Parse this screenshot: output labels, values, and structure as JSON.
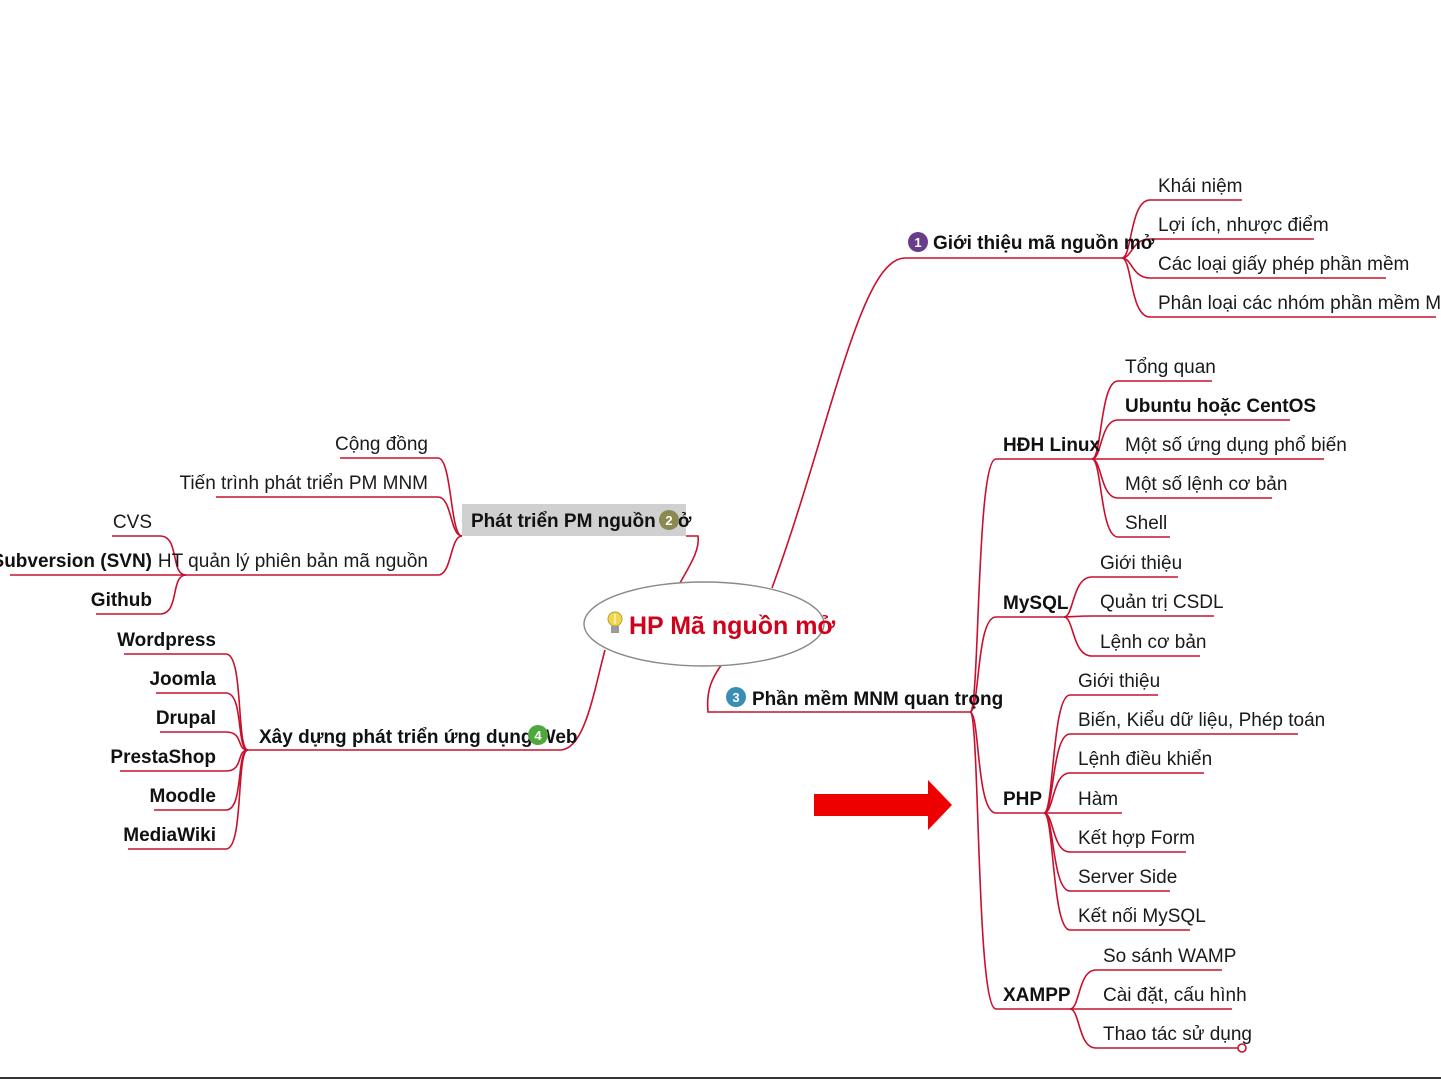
{
  "colors": {
    "line": "#c8102e",
    "center_text": "#d0021b",
    "arrow": "#ee0000",
    "topic2_highlight": "#d0d0d0"
  },
  "center": {
    "label": "HP Mã nguồn mở",
    "icon": "lightbulb-icon"
  },
  "topics": {
    "t1": {
      "label": "Giới thiệu mã nguồn mở",
      "number": "1",
      "badge_color": "#6a3c8c",
      "children": [
        "Khái niệm",
        "Lợi ích, nhược điểm",
        "Các loại giấy phép phần mềm",
        "Phân loại các nhóm phần mềm MNM"
      ]
    },
    "t2": {
      "label": "Phát triển PM nguồn mở",
      "number": "2",
      "badge_color": "#8a8a50",
      "children": [
        "Cộng đồng",
        "Tiến trình phát triển PM MNM",
        "HT quản lý phiên bản mã nguồn"
      ],
      "vcs": [
        "CVS",
        "Subversion (SVN)",
        "Github"
      ]
    },
    "t3": {
      "label": "Phần mềm MNM quan trọng",
      "number": "3",
      "badge_color": "#3a8db5",
      "groups": {
        "linux": {
          "label": "HĐH Linux",
          "items": [
            "Tổng quan",
            "Ubuntu hoặc CentOS",
            "Một số ứng dụng phổ biến",
            "Một số lệnh cơ bản",
            "Shell"
          ]
        },
        "mysql": {
          "label": "MySQL",
          "items": [
            "Giới thiệu",
            "Quản trị CSDL",
            "Lệnh cơ bản"
          ]
        },
        "php": {
          "label": "PHP",
          "items": [
            "Giới thiệu",
            "Biến, Kiểu dữ liệu, Phép toán",
            "Lệnh điều khiển",
            "Hàm",
            "Kết hợp Form",
            "Server Side",
            "Kết nối MySQL"
          ]
        },
        "xampp": {
          "label": "XAMPP",
          "items": [
            "So sánh WAMP",
            "Cài đặt, cấu hình",
            "Thao tác sử dụng"
          ]
        }
      }
    },
    "t4": {
      "label": "Xây dựng phát triển ứng dụng Web",
      "number": "4",
      "badge_color": "#4fa83d",
      "children": [
        "Wordpress",
        "Joomla",
        "Drupal",
        "PrestaShop",
        "Moodle",
        "MediaWiki"
      ]
    }
  }
}
